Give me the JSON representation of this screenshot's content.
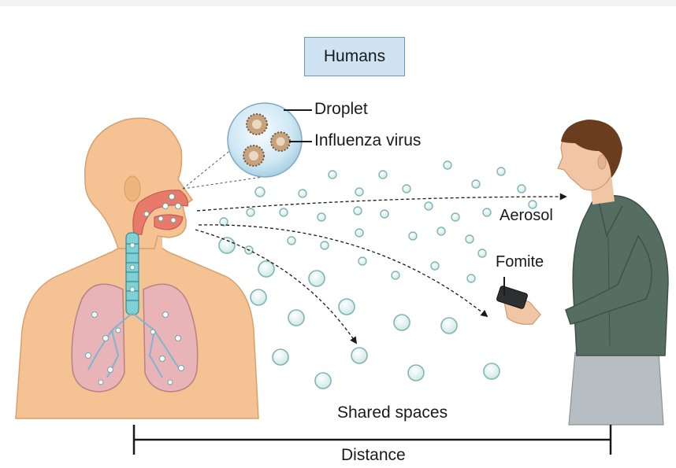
{
  "diagram": {
    "title": "Humans",
    "labels": {
      "droplet": "Droplet",
      "virus": "Influenza virus",
      "aerosol": "Aerosol",
      "fomite": "Fomite",
      "shared_spaces": "Shared spaces",
      "distance": "Distance"
    },
    "colors": {
      "skin": "#f5c393",
      "skin_outline": "#d7a06c",
      "airway": "#e77a6b",
      "lungs": "#e8b4b8",
      "particle_fill": "#e6f4f3",
      "particle_stroke": "#7fb6b4",
      "shirt": "#566e62",
      "pants": "#b7bec3",
      "hair": "#6a3d1e",
      "title_fill": "#cfe3f3",
      "title_border": "#6d97c2"
    }
  }
}
